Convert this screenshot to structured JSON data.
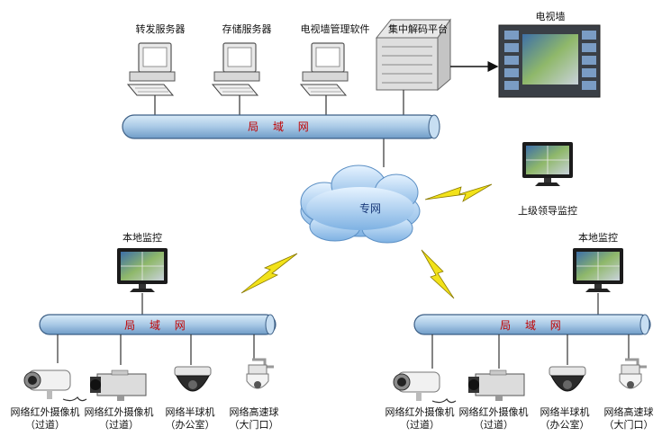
{
  "top_servers": [
    {
      "label": "转发服务器"
    },
    {
      "label": "存储服务器"
    },
    {
      "label": "电视墙管理软件"
    }
  ],
  "decoder_label": "集中解码平台",
  "tv_wall_label": "电视墙",
  "lan_top_label": "局 域 网",
  "cloud_label": "专网",
  "upper_monitor_label": "上级领导监控",
  "left_site": {
    "monitor_label": "本地监控",
    "lan_label": "局 域 网",
    "cameras": [
      {
        "name": "网络红外摄像机",
        "loc": "（过道）",
        "icon": "ir-bullet-camera-icon"
      },
      {
        "name": "网络红外摄像机",
        "loc": "（过道）",
        "icon": "box-camera-icon"
      },
      {
        "name": "网络半球机",
        "loc": "（办公室）",
        "icon": "dome-camera-icon"
      },
      {
        "name": "网络高速球",
        "loc": "（大门口）",
        "icon": "speed-dome-icon"
      }
    ]
  },
  "right_site": {
    "monitor_label": "本地监控",
    "lan_label": "局 域 网",
    "cameras": [
      {
        "name": "网络红外摄像机",
        "loc": "（过道）",
        "icon": "ir-bullet-camera-icon"
      },
      {
        "name": "网络红外摄像机",
        "loc": "（过道）",
        "icon": "box-camera-icon"
      },
      {
        "name": "网络半球机",
        "loc": "（办公室）",
        "icon": "dome-camera-icon"
      },
      {
        "name": "网络高速球",
        "loc": "（大门口）",
        "icon": "speed-dome-icon"
      }
    ]
  },
  "colors": {
    "lan_bar_fill": "#a9c9e6",
    "lan_text": "#c00000",
    "lightning": "#f2e21a",
    "cloud": "#9ec8ee"
  }
}
